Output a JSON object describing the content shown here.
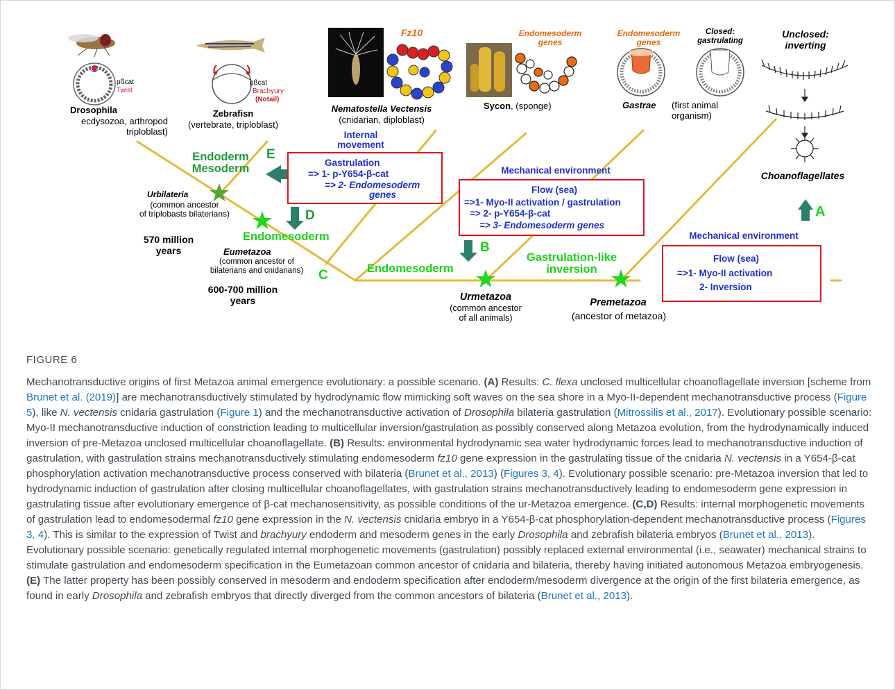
{
  "figure": {
    "organisms": {
      "drosophila": {
        "name": "Drosophila",
        "desc": "ecdysozoa, arthropod\ntriploblast)",
        "tag1": "pßcat",
        "tag2": "Twist"
      },
      "zebrafish": {
        "name": "Zebrafisn",
        "desc": "(vertebrate, triploblast)",
        "tag1": "pßcat",
        "tag2": "Brachyury",
        "tag3": "(Notail)"
      },
      "nematostella": {
        "name": "Nematostella Vectensis",
        "desc": "(cnidarian, diploblast)",
        "gene": "Fz10"
      },
      "sycon": {
        "name": "Sycon",
        "desc": ", (sponge)",
        "gene": "Endomesoderm\ngenes"
      },
      "gastrae": {
        "name": "Gastrae",
        "desc": "(first animal\norganism)",
        "gene": "Endomesoderm\ngenes",
        "closed": "Closed:\ngastrulating"
      },
      "choano": {
        "name": "Choanoflagellates",
        "unclosed": "Unclosed:\ninverting"
      }
    },
    "nodes": {
      "urbilateria": {
        "name": "Urbilateria",
        "desc": "(common ancestor\nof triplobasts bilaterians)"
      },
      "eumetazoa": {
        "name": "Eumetazoa",
        "desc": "(common ancestor of\nbilaterians and cnidarians)"
      },
      "urmetazoa": {
        "name": "Urmetazoa",
        "desc": "(common ancestor\nof all animals)"
      },
      "premetazoa": {
        "name": "Premetazoa",
        "desc": "(ancestor of metazoa)"
      }
    },
    "times": {
      "t570": "570 million\nyears",
      "t600": "600-700 million\nyears"
    },
    "green_labels": {
      "endoderm_mesoderm": "Endoderm\nMesoderm",
      "E": "E",
      "D": "D",
      "C": "C",
      "B": "B",
      "A": "A",
      "endomesoderm_d": "Endomesoderm",
      "endomesoderm_b": "Endomesoderm",
      "gastrulation_like": "Gastrulation-like\ninversion"
    },
    "blue_labels": {
      "internal_movement": "Internal\nmovement",
      "mech_env_1": "Mechanical environment",
      "mech_env_2": "Mechanical environment"
    },
    "boxes": {
      "gastrulation": {
        "title": "Gastrulation",
        "l1": "=> 1- p-Y654-β-cat",
        "l2": "=> 2- Endomesoderm",
        "l3": "genes"
      },
      "flow1": {
        "title": "Flow (sea)",
        "l1": "=>1- Myo-II activation / gastrulation",
        "l2": "=> 2- p-Y654-β-cat",
        "l3": "=> 3- Endomesoderm genes"
      },
      "flow2": {
        "title": "Flow (sea)",
        "l1": "=>1- Myo-II activation",
        "l2": "2- Inversion"
      }
    },
    "colors": {
      "branch": "#e6b93a",
      "star": "#22d622",
      "dark_star": "#55a535",
      "box": "#e0151e",
      "blue": "#1f2fd0"
    }
  },
  "caption": {
    "label": "FIGURE 6",
    "s0": "Mechanotransductive origins of first Metazoa animal emergence evolutionary: a possible scenario. ",
    "A": "(A)",
    "a1": " Results: ",
    "a2": "C. flexa",
    "a3": " unclosed multicellular choanoflagellate inversion [scheme from ",
    "ref_brunet2019": "Brunet et al. (2019)",
    "a4": "] are mechanotransductively stimulated by hydrodynamic flow mimicking soft waves on the sea shore in a Myo-II-dependent mechanotransductive process (",
    "ref_fig5": "Figure 5",
    "a5": "), like ",
    "a6": "N. vectensis",
    "a7": " cnidaria gastrulation (",
    "ref_fig1": "Figure 1",
    "a8": ") and the mechanotransductive activation of ",
    "a9": "Drosophila",
    "a10": " bilateria gastrulation (",
    "ref_mitro": "Mitrossilis et al., 2017",
    "a11": "). Evolutionary possible scenario: Myo-II mechanotransductive induction of constriction leading to multicellular inversion/gastrulation as possibly conserved along Metazoa evolution, from the hydrodynamically induced inversion of pre-Metazoa unclosed multicellular choanoflagellate. ",
    "B": "(B)",
    "b1": " Results: environmental hydrodynamic sea water hydrodynamic forces lead to mechanotransductive induction of gastrulation, with gastrulation strains mechanotransductively stimulating endomesoderm ",
    "b2": "fz10",
    "b3": " gene expression in the gastrulating tissue of the cnidaria ",
    "b4": "N. vectensis",
    "b5": " in a Y654-β-cat phosphorylation activation mechanotransductive process conserved with bilateria (",
    "ref_brunet2013a": "Brunet et al., 2013",
    "b6": ") (",
    "ref_fig34a": "Figures 3, 4",
    "b7": "). Evolutionary possible scenario: pre-Metazoa inversion that led to hydrodynamic induction of gastrulation after closing multicellular choanoflagellates, with gastrulation strains mechanotransductively leading to endomesoderm gene expression in gastrulating tissue after evolutionary emergence of β-cat mechanosensitivity, as possible conditions of the ur-Metazoa emergence. ",
    "CD": "(C,D)",
    "c1": " Results: internal morphogenetic movements of gastrulation lead to endomesodermal ",
    "c2": "fz10",
    "c3": " gene expression in the ",
    "c4": "N. vectensis",
    "c5": " cnidaria embryo in a Y654-β-cat phosphorylation-dependent mechanotransductive process (",
    "ref_fig34b": "Figures 3, 4",
    "c6": "). This is similar to the expression of Twist and ",
    "c7": "brachyury",
    "c8": " endoderm and mesoderm genes in the early ",
    "c9": "Drosophila",
    "c10": " and zebrafish bilateria embryos (",
    "ref_brunet2013b": "Brunet et al., 2013",
    "c11": "). Evolutionary possible scenario: genetically regulated internal morphogenetic movements (gastrulation) possibly replaced external environmental (i.e., seawater) mechanical strains to stimulate gastrulation and endomesoderm specification in the Eumetazoan common ancestor of cnidaria and bilateria, thereby having initiated autonomous Metazoa embryogenesis. ",
    "E": "(E)",
    "e1": " The latter property has been possibly conserved in mesoderm and endoderm specification after endoderm/mesoderm divergence at the origin of the first bilateria emergence, as found in early ",
    "e2": "Drosophila",
    "e3": " and zebrafish embryos that directly diverged from the common ancestors of bilateria (",
    "ref_brunet2013c": "Brunet et al., 2013",
    "e4": ")."
  }
}
